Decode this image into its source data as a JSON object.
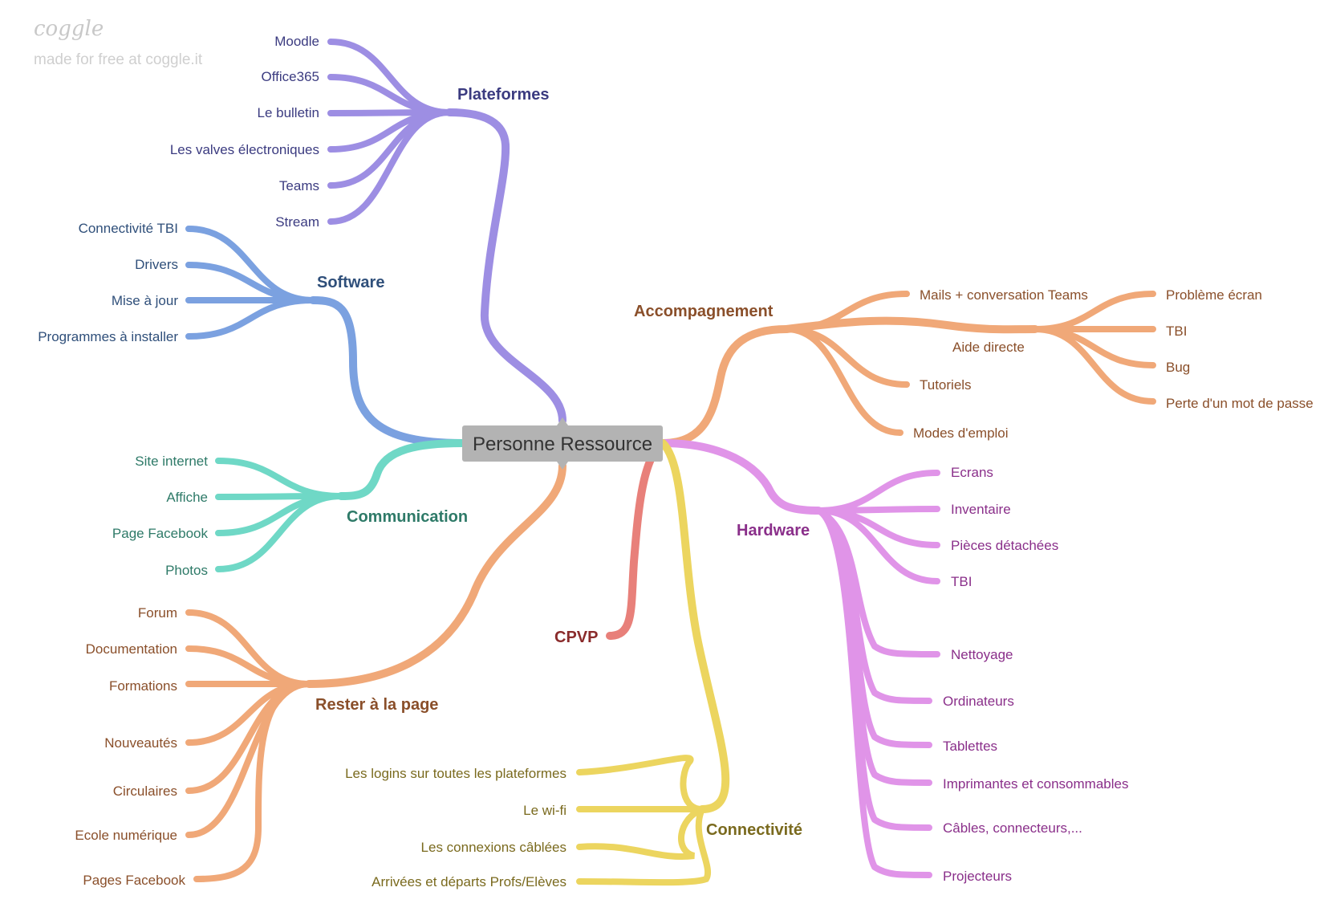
{
  "watermark": {
    "logo": "coggle",
    "text": "made for free at coggle.it"
  },
  "center": {
    "label": "Personne Ressource"
  },
  "colors": {
    "purple": "#9d8ee3",
    "blue": "#7ba1e0",
    "teal": "#6fd8c6",
    "orange": "#f0a878",
    "red": "#e8807a",
    "yellow": "#ecd55f",
    "pink": "#e094e8",
    "purple_text": "#3b3b80",
    "blue_text": "#2f4f7a",
    "teal_text": "#2e7a68",
    "orange_text": "#8a4f2a",
    "red_text": "#8a2b2b",
    "yellow_text": "#7a6a1e",
    "pink_text": "#8a2f8a"
  },
  "branches": {
    "plateformes": {
      "label": "Plateformes",
      "items": [
        "Moodle",
        "Office365",
        "Le bulletin",
        "Les valves électroniques",
        "Teams",
        "Stream"
      ]
    },
    "software": {
      "label": "Software",
      "items": [
        "Connectivité TBI",
        "Drivers",
        "Mise à jour",
        "Programmes à installer"
      ]
    },
    "communication": {
      "label": "Communication",
      "items": [
        "Site internet",
        "Affiche",
        "Page Facebook",
        "Photos"
      ]
    },
    "rester": {
      "label": "Rester à la page",
      "items": [
        "Forum",
        "Documentation",
        "Formations",
        "Nouveautés",
        "Circulaires",
        "Ecole numérique",
        "Pages Facebook"
      ]
    },
    "cpvp": {
      "label": "CPVP"
    },
    "connectivite": {
      "label": "Connectivité",
      "items": [
        "Les logins sur toutes les plateformes",
        "Le wi-fi",
        "Les connexions câblées",
        "Arrivées et départs Profs/Elèves"
      ]
    },
    "hardware": {
      "label": "Hardware",
      "items": [
        "Ecrans",
        "Inventaire",
        "Pièces détachées",
        "TBI",
        "Nettoyage",
        "Ordinateurs",
        "Tablettes",
        "Imprimantes et consommables",
        "Câbles, connecteurs,...",
        "Projecteurs"
      ]
    },
    "accompagnement": {
      "label": "Accompagnement",
      "items": [
        "Mails + conversation Teams",
        "Tutoriels",
        "Modes d'emploi"
      ],
      "aide": {
        "label": "Aide directe",
        "items": [
          "Problème écran",
          "TBI",
          "Bug",
          "Perte d'un mot de passe"
        ]
      }
    }
  }
}
